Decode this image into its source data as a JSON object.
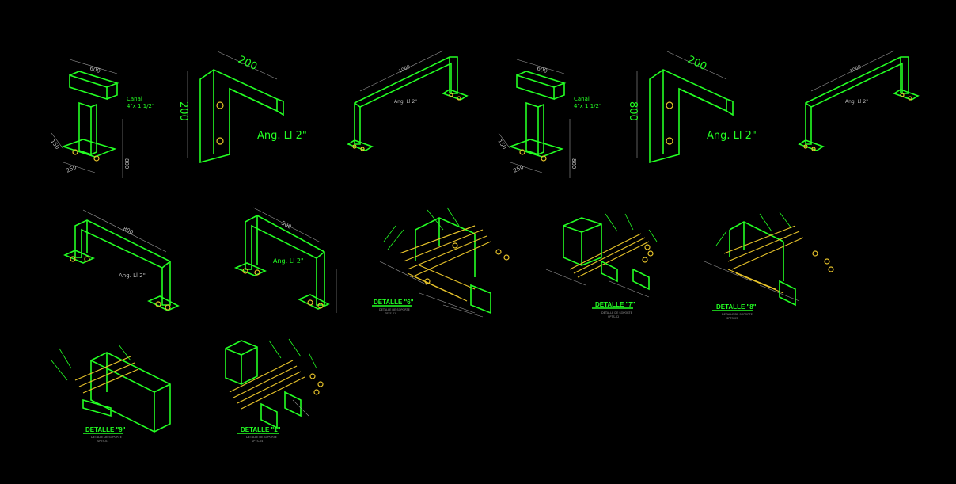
{
  "drawing": {
    "colors": {
      "background": "#000000",
      "lines": "#23ff23",
      "dims": "#bdbdbd",
      "bolts": "#e6c22a"
    },
    "row1": {
      "detail_a": {
        "top": "600",
        "left": "150",
        "bottom": "250",
        "right": "800",
        "note_line1": "Canal",
        "note_line2": "4\"x 1 1/2\""
      },
      "detail_b": {
        "top": "200",
        "left": "200",
        "label": "Ang. Ll 2\""
      },
      "detail_c": {
        "top": "1000",
        "label": "Ang. Ll 2\""
      },
      "detail_d": {
        "top": "600",
        "left": "150",
        "bottom": "250",
        "right": "800",
        "note_line1": "Canal",
        "note_line2": "4\"x 1 1/2\""
      },
      "detail_e": {
        "top": "200",
        "left": "800",
        "label": "Ang. Ll 2\""
      },
      "detail_f": {
        "top": "1000",
        "label": "Ang. Ll 2\""
      }
    },
    "row2": {
      "detail_g": {
        "top": "800",
        "label": "Ang. Ll 2\""
      },
      "detail_h": {
        "top": "500",
        "label": "Ang. Ll 2\""
      }
    },
    "details": [
      {
        "title": "DETALLE \"6\"",
        "sub1": "DETALLE DE SOPORTE",
        "sub2": "SPTS-01"
      },
      {
        "title": "DETALLE \"7\"",
        "sub1": "DETALLE DE SOPORTE",
        "sub2": "SPTS-02"
      },
      {
        "title": "DETALLE \"8\"",
        "sub1": "DETALLE DE SOPORTE",
        "sub2": "SPTS-03"
      },
      {
        "title": "DETALLE \"9\"",
        "sub1": "DETALLE DE SOPORTE",
        "sub2": "SPTS-03"
      },
      {
        "title": "DETALLE \"1\"",
        "sub1": "DETALLE DE SOPORTE",
        "sub2": "SPTS-04"
      }
    ]
  }
}
